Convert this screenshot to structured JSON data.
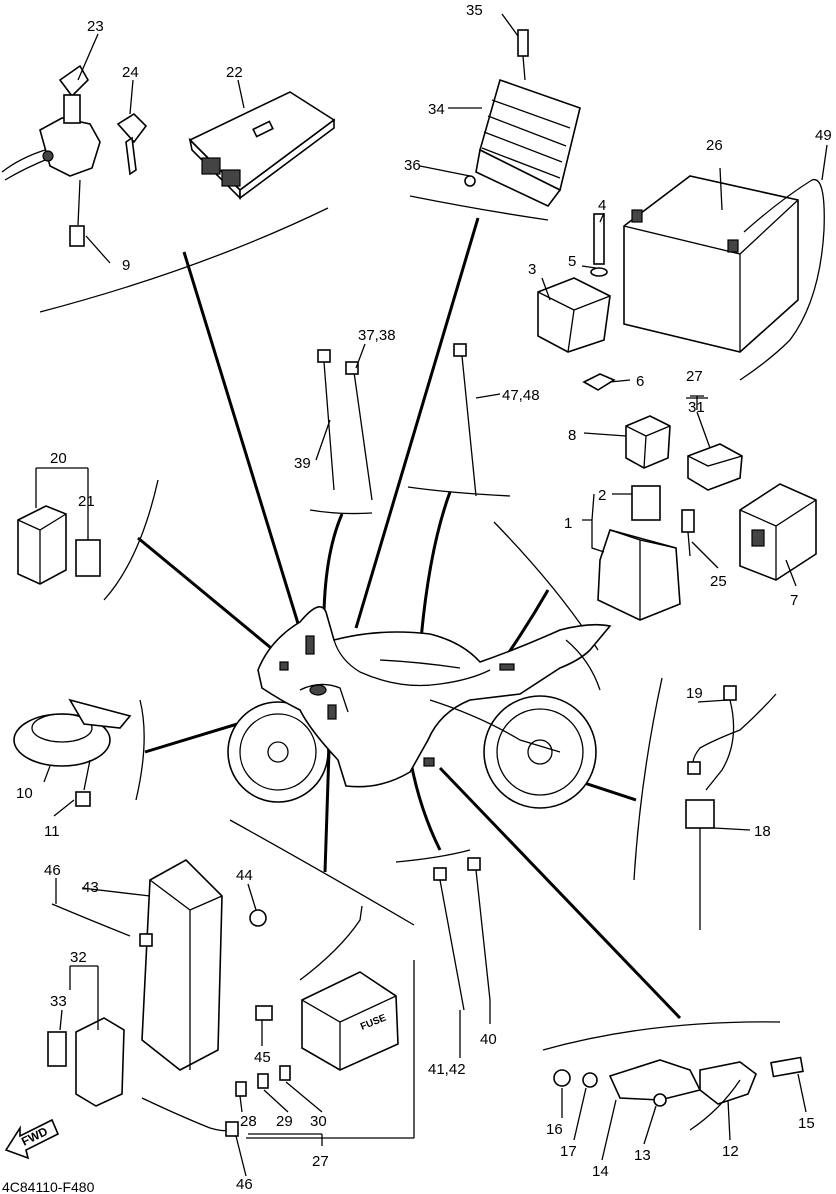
{
  "diagram": {
    "code": "4C84110-F480",
    "fwd_label": "FWD",
    "fuse_label": "FUSE"
  },
  "labels": {
    "l1": "1",
    "l2": "2",
    "l3": "3",
    "l4": "4",
    "l5": "5",
    "l6": "6",
    "l7": "7",
    "l8": "8",
    "l9": "9",
    "l10": "10",
    "l11": "11",
    "l12": "12",
    "l13": "13",
    "l14": "14",
    "l15": "15",
    "l16": "16",
    "l17": "17",
    "l18": "18",
    "l19": "19",
    "l20": "20",
    "l21": "21",
    "l22": "22",
    "l23": "23",
    "l24": "24",
    "l25": "25",
    "l26": "26",
    "l27a": "27",
    "l31": "31",
    "l27b": "27",
    "l28": "28",
    "l29": "29",
    "l30": "30",
    "l32": "32",
    "l33": "33",
    "l34": "34",
    "l35": "35",
    "l36": "36",
    "l3738": "37,38",
    "l39": "39",
    "l40": "40",
    "l4142": "41,42",
    "l43": "43",
    "l44": "44",
    "l45": "45",
    "l46a": "46",
    "l46b": "46",
    "l4748": "47,48",
    "l49": "49"
  }
}
